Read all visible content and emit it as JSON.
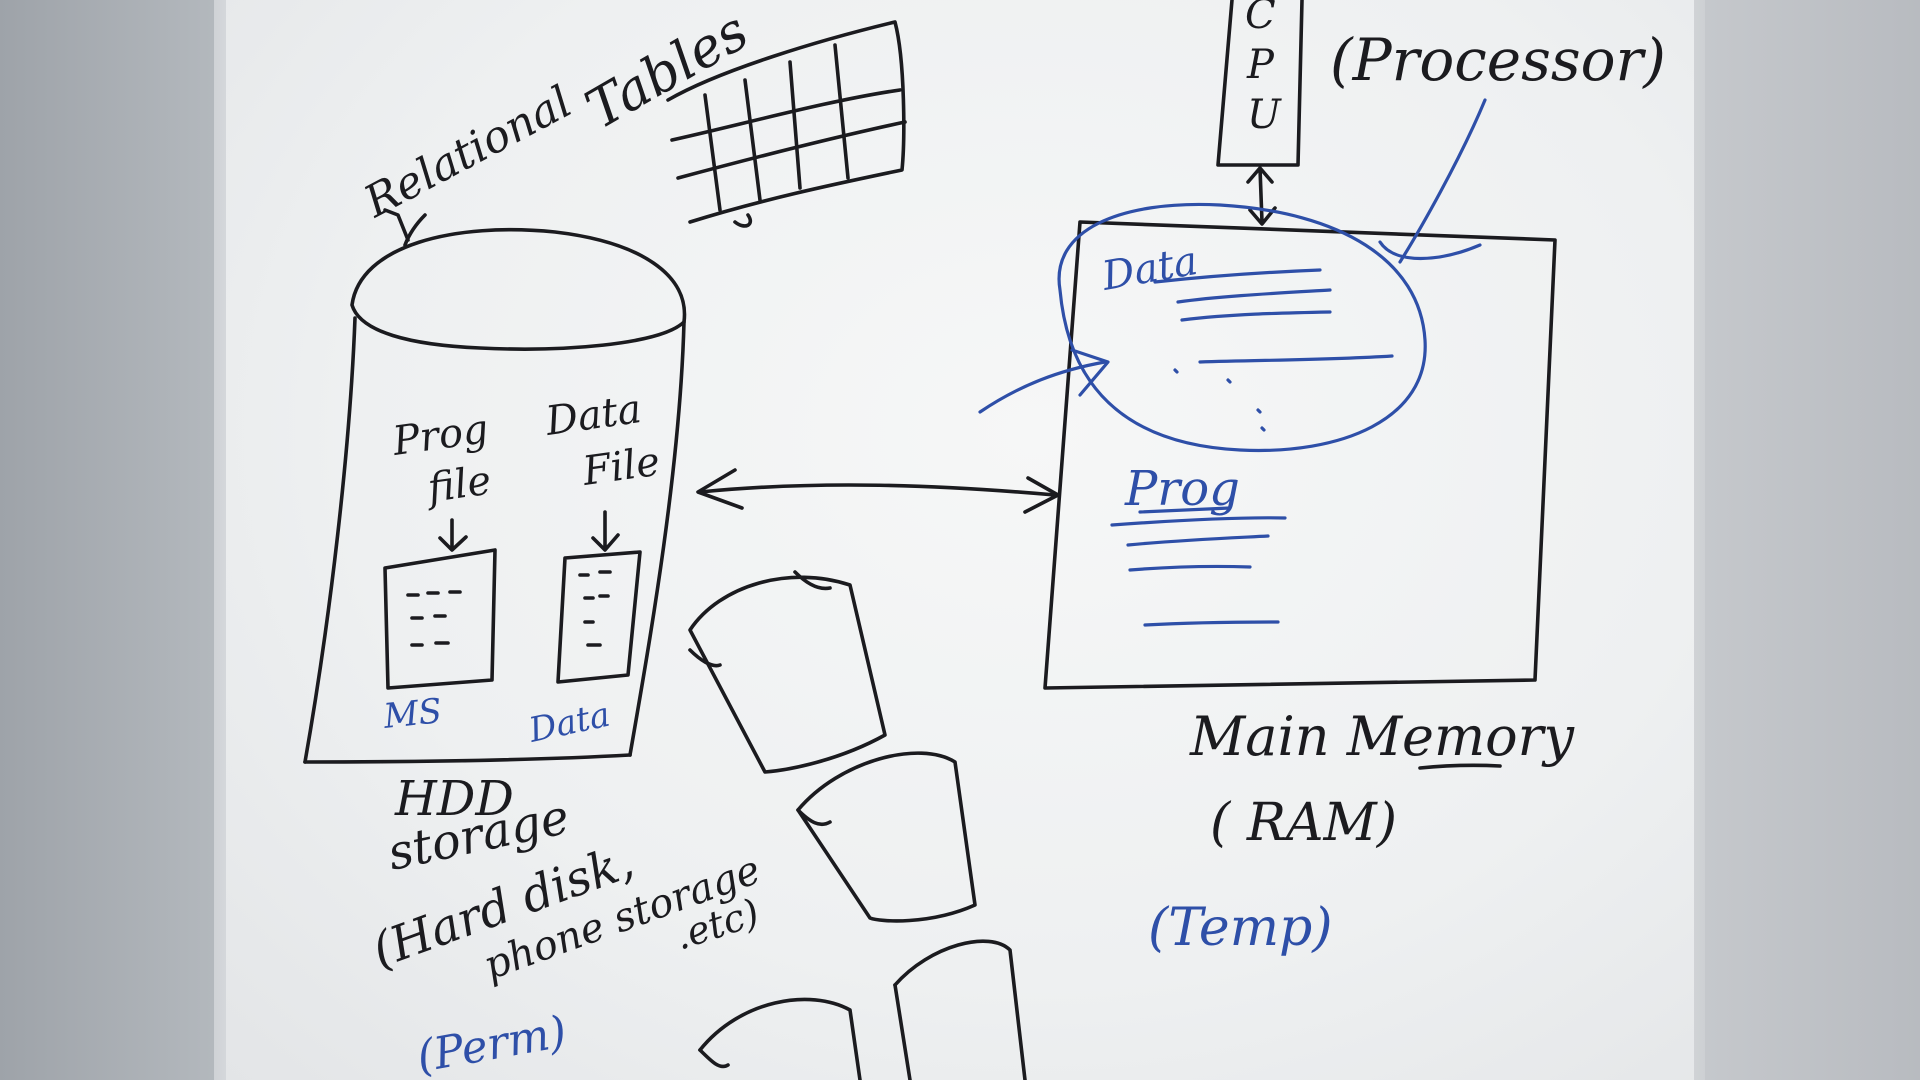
{
  "diagram": {
    "relational_label": "Relational",
    "tables_label": "Tables",
    "cpu_letters": [
      "C",
      "P",
      "U"
    ],
    "processor_label": "(Processor)",
    "prog_file_label": [
      "Prog",
      "file"
    ],
    "data_file_label": [
      "Data",
      "File"
    ],
    "ms_label": "MS",
    "data_below_label": "Data",
    "hdd_label": "HDD",
    "storage_label": "storage",
    "hard_disk_label": "(Hard disk,",
    "phone_storage_label": "phone storage",
    "etc_label": ".etc)",
    "perm_label": "(Perm)",
    "ram_data_label": "Data",
    "ram_prog_label": "Prog",
    "main_memory_label": "Main Memory",
    "ram_label": "( RAM)",
    "temp_label": "(Temp)"
  },
  "colors": {
    "ink_black": "#1b1b1f",
    "ink_blue": "#2e4fa8",
    "board": "#f1f2f3",
    "wall": "#a9aeb4"
  }
}
